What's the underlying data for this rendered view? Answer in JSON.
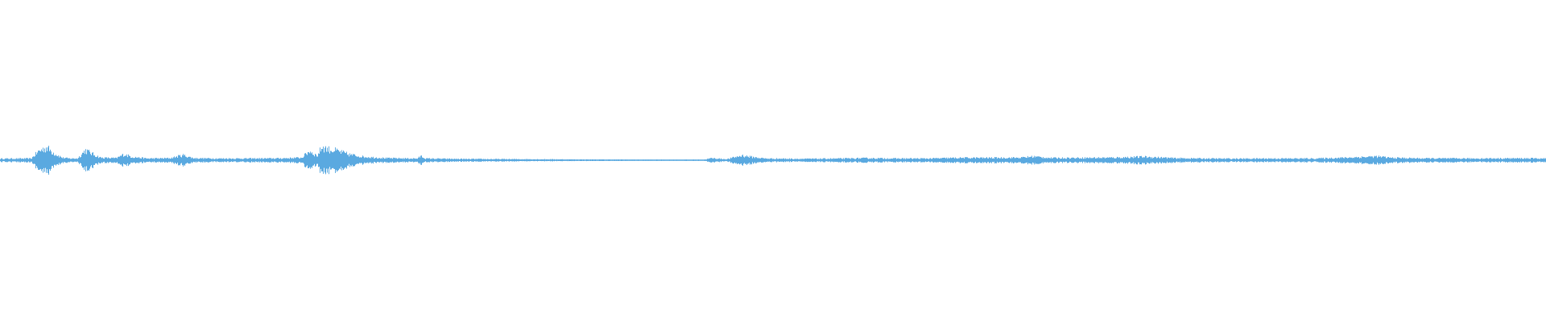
{
  "waveform": {
    "color": "#5aa9e0",
    "samples": [
      [
        0.0,
        0.09
      ],
      [
        0.02,
        0.1
      ],
      [
        0.025,
        0.55
      ],
      [
        0.03,
        0.75
      ],
      [
        0.035,
        0.4
      ],
      [
        0.04,
        0.15
      ],
      [
        0.045,
        0.1
      ],
      [
        0.05,
        0.1
      ],
      [
        0.055,
        0.6
      ],
      [
        0.06,
        0.35
      ],
      [
        0.065,
        0.15
      ],
      [
        0.075,
        0.12
      ],
      [
        0.08,
        0.35
      ],
      [
        0.085,
        0.2
      ],
      [
        0.095,
        0.1
      ],
      [
        0.11,
        0.12
      ],
      [
        0.118,
        0.3
      ],
      [
        0.125,
        0.12
      ],
      [
        0.14,
        0.1
      ],
      [
        0.16,
        0.1
      ],
      [
        0.18,
        0.11
      ],
      [
        0.195,
        0.15
      ],
      [
        0.2,
        0.55
      ],
      [
        0.205,
        0.25
      ],
      [
        0.208,
        0.8
      ],
      [
        0.212,
        0.65
      ],
      [
        0.218,
        0.55
      ],
      [
        0.225,
        0.35
      ],
      [
        0.235,
        0.2
      ],
      [
        0.25,
        0.12
      ],
      [
        0.27,
        0.1
      ],
      [
        0.272,
        0.25
      ],
      [
        0.275,
        0.1
      ],
      [
        0.3,
        0.07
      ],
      [
        0.34,
        0.06
      ],
      [
        0.38,
        0.04
      ],
      [
        0.42,
        0.03
      ],
      [
        0.455,
        0.03
      ],
      [
        0.46,
        0.12
      ],
      [
        0.47,
        0.06
      ],
      [
        0.475,
        0.18
      ],
      [
        0.48,
        0.28
      ],
      [
        0.485,
        0.2
      ],
      [
        0.495,
        0.1
      ],
      [
        0.52,
        0.08
      ],
      [
        0.545,
        0.1
      ],
      [
        0.56,
        0.12
      ],
      [
        0.58,
        0.1
      ],
      [
        0.6,
        0.1
      ],
      [
        0.62,
        0.14
      ],
      [
        0.64,
        0.14
      ],
      [
        0.66,
        0.15
      ],
      [
        0.668,
        0.22
      ],
      [
        0.68,
        0.13
      ],
      [
        0.7,
        0.14
      ],
      [
        0.72,
        0.15
      ],
      [
        0.74,
        0.2
      ],
      [
        0.76,
        0.12
      ],
      [
        0.78,
        0.1
      ],
      [
        0.8,
        0.09
      ],
      [
        0.82,
        0.1
      ],
      [
        0.85,
        0.1
      ],
      [
        0.87,
        0.15
      ],
      [
        0.89,
        0.22
      ],
      [
        0.9,
        0.14
      ],
      [
        0.92,
        0.11
      ],
      [
        0.95,
        0.1
      ],
      [
        0.97,
        0.11
      ],
      [
        0.99,
        0.11
      ],
      [
        1.0,
        0.1
      ]
    ]
  }
}
